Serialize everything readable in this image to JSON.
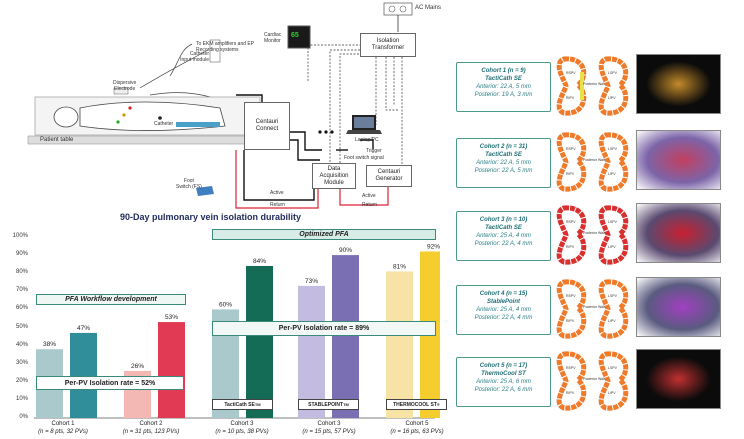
{
  "setup": {
    "ac_mains": "AC Mains",
    "isolation_transformer": "Isolation\nTransformer",
    "ekm_label": "To EKM amplifiers and EP\nRecording systems",
    "catheter_input_module": "Catheter\nInput module",
    "dispersive_electrode": "Dispersive\nElectrode",
    "cardiac_monitor": "Cardiac\nMonitor",
    "monitor_value": "65",
    "laptop": "Laptop/PC",
    "trigger": "Trigger",
    "foot_switch_signal": "Foot switch signal",
    "patient_table": "Patient table",
    "catheter": "Catheter",
    "centauri_connect": "Centauri\nConnect",
    "data_acquisition": "Data\nAcquisition\nModule",
    "centauri_generator": "Centauri\nGenerator",
    "foot_switch": "Foot\nSwitch (FS)",
    "active": "Active",
    "return": "Return"
  },
  "chart_data": {
    "type": "bar",
    "title": "90-Day pulmonary vein isolation durability",
    "ylim": [
      0,
      100
    ],
    "yticks": [
      "0%",
      "10%",
      "20%",
      "30%",
      "40%",
      "50%",
      "60%",
      "70%",
      "80%",
      "90%",
      "100%"
    ],
    "group_labels": {
      "workflow": "PFA Workflow development",
      "optimized": "Optimized PFA"
    },
    "rates": {
      "workflow": "Per-PV Isolation rate = 52%",
      "optimized": "Per-PV Isolation rate = 89%"
    },
    "catheters": [
      "TactiCath SE",
      "STABLEPOINT",
      "THERMOCOOL ST"
    ],
    "catheter_marks": [
      "TM",
      "TM",
      "®"
    ],
    "categories": [
      {
        "name": "Cohort 1",
        "sub": "(n = 8 pts, 32 PVs)"
      },
      {
        "name": "Cohort 2",
        "sub": "(n = 31 pts, 123 PVs)"
      },
      {
        "name": "Cohort 3",
        "sub": "(n = 10 pts, 38 PVs)"
      },
      {
        "name": "Cohort 3",
        "sub": "(n = 15 pts, 57 PVs)"
      },
      {
        "name": "Cohort 5",
        "sub": "(n = 16 pts, 63 PVs)"
      }
    ],
    "bars": [
      {
        "value": 38,
        "label": "38%",
        "color": "#a9c9cd"
      },
      {
        "value": 47,
        "label": "47%",
        "color": "#2f8e9a"
      },
      {
        "value": 26,
        "label": "26%",
        "color": "#f3b8b4"
      },
      {
        "value": 53,
        "label": "53%",
        "color": "#e03a55"
      },
      {
        "value": 60,
        "label": "60%",
        "color": "#a9c9cd"
      },
      {
        "value": 84,
        "label": "84%",
        "color": "#146b56"
      },
      {
        "value": 73,
        "label": "73%",
        "color": "#c3bce0"
      },
      {
        "value": 90,
        "label": "90%",
        "color": "#7a6fb3"
      },
      {
        "value": 81,
        "label": "81%",
        "color": "#f7e3a6"
      },
      {
        "value": 92,
        "label": "92%",
        "color": "#f6cd2e"
      }
    ]
  },
  "cohorts": [
    {
      "title": "Cohort 1 (n = 9)",
      "catheter": "TactiCath SE",
      "anterior": "Anterior: 22 A, 5 mm",
      "posterior": "Posterior: 19 A, 3 mm"
    },
    {
      "title": "Cohort 2 (n = 31)",
      "catheter": "TactiCath SE",
      "anterior": "Anterior: 22 A, 5 mm",
      "posterior": "Posterior: 22 A, 5 mm"
    },
    {
      "title": "Cohort 3 (n = 10)",
      "catheter": "TactiCath SE",
      "anterior": "Anterior: 25 A, 4 mm",
      "posterior": "Posterior: 22 A, 4 mm"
    },
    {
      "title": "Cohort 4 (n = 15)",
      "catheter": "StablePoint",
      "anterior": "Anterior: 25 A, 4 mm",
      "posterior": "Posterior: 22 A, 4 mm"
    },
    {
      "title": "Cohort 5 (n = 17)",
      "catheter": "ThermoCool ST",
      "anterior": "Anterior: 25 A, 6 mm",
      "posterior": "Posterior: 22 A, 6 mm"
    }
  ],
  "lesion_map_labels": {
    "rspv": "RSPV",
    "ripv": "RIPV",
    "lspv": "LSPV",
    "lipv": "LIPV",
    "anterior": "Anterior",
    "posterior": "Posterior Wall"
  }
}
